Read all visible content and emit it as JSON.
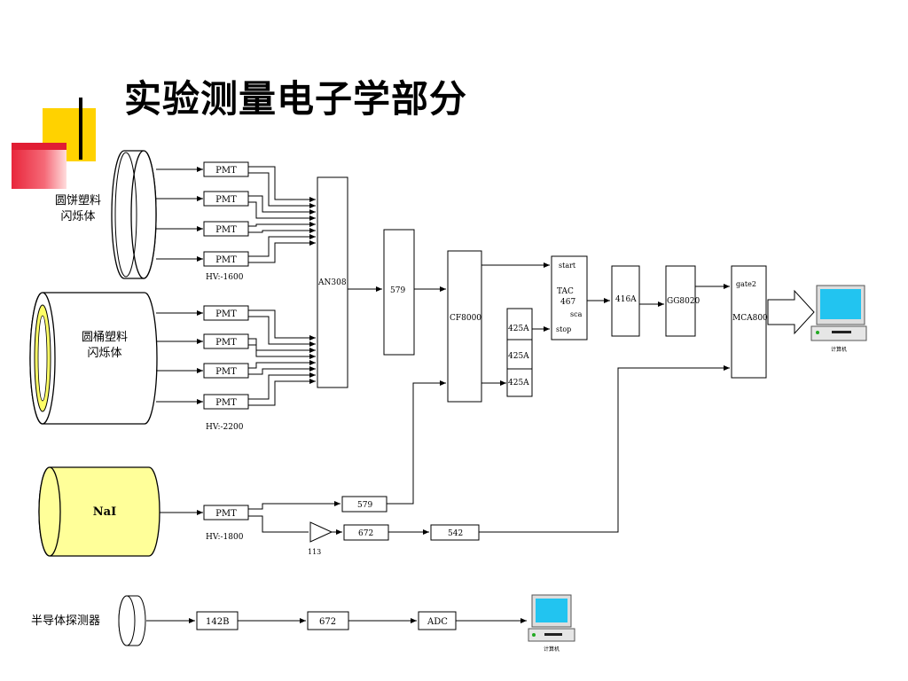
{
  "title": "实验测量电子学部分",
  "detectors": {
    "disk_label_1": "圆饼塑料",
    "disk_label_2": "闪烁体",
    "barrel_label_1": "圆桶塑料",
    "barrel_label_2": "闪烁体",
    "nai_label": "NaI",
    "semi_label": "半导体探测器"
  },
  "pmt_label": "PMT",
  "hv": {
    "disk": "HV:-1600",
    "barrel": "HV:-2200",
    "nai": "HV:-1800"
  },
  "modules": {
    "an308": "AN308",
    "m579_top": "579",
    "cf8000": "CF8000",
    "tac_start": "start",
    "tac_name": "TAC",
    "tac_num": "467",
    "tac_sca": "sca",
    "tac_stop": "stop",
    "m425a_1": "425A",
    "m425a_2": "425A",
    "m425a_3": "425A",
    "m416a": "416A",
    "gg8020": "GG8020",
    "mca_gate": "gate2",
    "mca_name": "MCA8000",
    "m579_low": "579",
    "amp113": "113",
    "m672_low": "672",
    "m542": "542",
    "m142b": "142B",
    "m672_semi": "672",
    "adc": "ADC"
  },
  "computer_label_1": "计算机",
  "computer_label_2": "计算机",
  "colors": {
    "nai_fill": "#ffff99",
    "barrel_inner": "#ffff66",
    "screen": "#22c4f0",
    "title_accent": "#ffd200",
    "deco_red": "#e8263b"
  }
}
